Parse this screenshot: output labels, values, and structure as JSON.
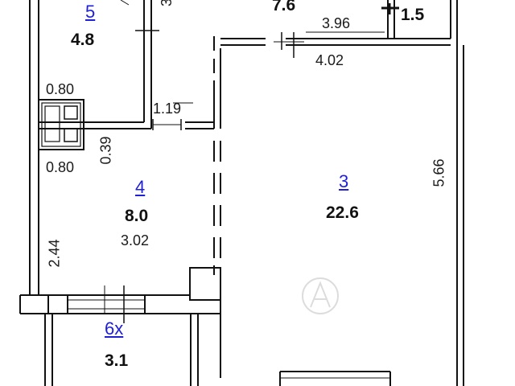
{
  "plan": {
    "colors": {
      "wall": "#111111",
      "room_number": "#1f1fd6",
      "text": "#1a1a1a",
      "watermark": "#d9d9d9"
    },
    "rooms": [
      {
        "number": "5",
        "area": "4.8"
      },
      {
        "number": "",
        "area": "7.6"
      },
      {
        "number": "",
        "area": "1.5"
      },
      {
        "number": "4",
        "area": "8.0"
      },
      {
        "number": "3",
        "area": "22.6"
      },
      {
        "number": "6x",
        "area": "3.1"
      }
    ],
    "dimensions": {
      "d_3_96": "3.96",
      "d_4_02": "4.02",
      "d_0_80_top": "0.80",
      "d_0_80_bottom": "0.80",
      "d_0_39": "0.39",
      "d_1_19": "1.19",
      "d_3_02": "3.02",
      "d_2_44": "2.44",
      "d_5_66": "5.66",
      "d_3_partial": "3"
    },
    "watermark_icon": "cian-logo-watermark"
  }
}
